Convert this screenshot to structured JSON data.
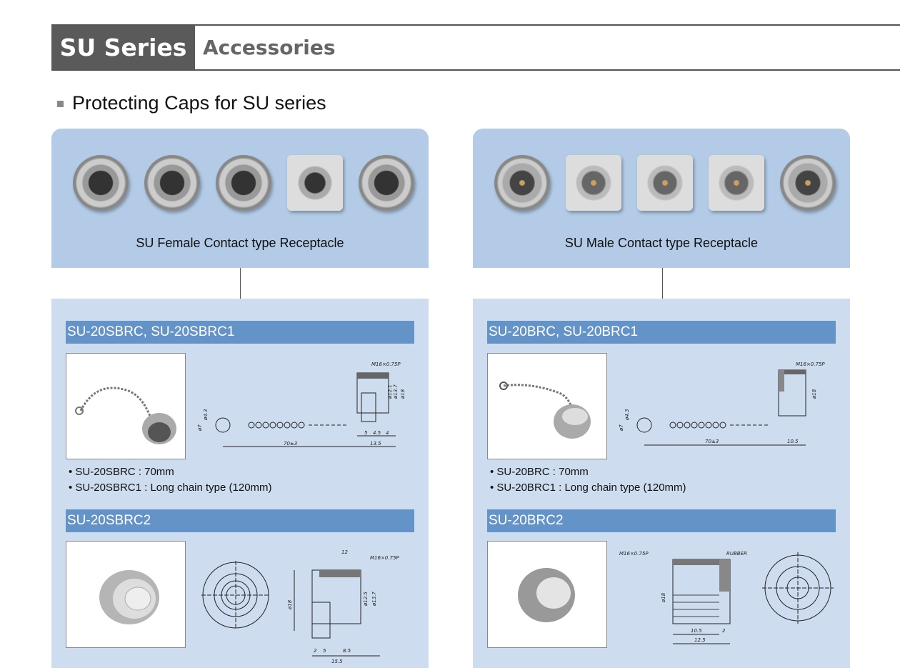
{
  "header": {
    "series": "SU Series",
    "section": "Accessories"
  },
  "title": "Protecting Caps for SU series",
  "left": {
    "caption": "SU Female Contact type Receptacle",
    "cap1": {
      "title": "SU-20SBRC, SU-20SBRC1",
      "notes": [
        "• SU-20SBRC : 70mm",
        "• SU-20SBRC1 : Long chain type (120mm)"
      ],
      "dims": {
        "thread": "M16×0.75P",
        "d1": "ø12.1",
        "d2": "ø13.7",
        "d3": "ø18",
        "ring_in": "ø4.3",
        "ring_out": "ø7",
        "l1": "5",
        "l2": "4.5",
        "l3": "4",
        "chain": "70±3",
        "total": "13.5"
      }
    },
    "cap2": {
      "title": "SU-20SBRC2",
      "dims": {
        "top": "12",
        "thread": "M16×0.75P",
        "d1": "ø18",
        "d2": "ø12.5",
        "d3": "ø13.7",
        "l1": "2",
        "l2": "5",
        "l3": "8.5",
        "total": "15.5"
      }
    }
  },
  "right": {
    "caption": "SU Male Contact type Receptacle",
    "cap1": {
      "title": "SU-20BRC, SU-20BRC1",
      "notes": [
        "• SU-20BRC : 70mm",
        "• SU-20BRC1 : Long chain type (120mm)"
      ],
      "dims": {
        "thread": "M16×0.75P",
        "d3": "ø18",
        "ring_in": "ø4.3",
        "ring_out": "ø7",
        "chain": "70±3",
        "total": "10.5"
      }
    },
    "cap2": {
      "title": "SU-20BRC2",
      "dims": {
        "thread": "M16×0.75P",
        "rubber": "RUBBER",
        "d1": "ø18",
        "l1": "10.5",
        "l2": "2",
        "total": "12.5"
      }
    }
  },
  "colors": {
    "header": "#5a5a5a",
    "panel_top": "#b3cbe6",
    "panel_low": "#cddcef",
    "bar": "#6493c8"
  }
}
